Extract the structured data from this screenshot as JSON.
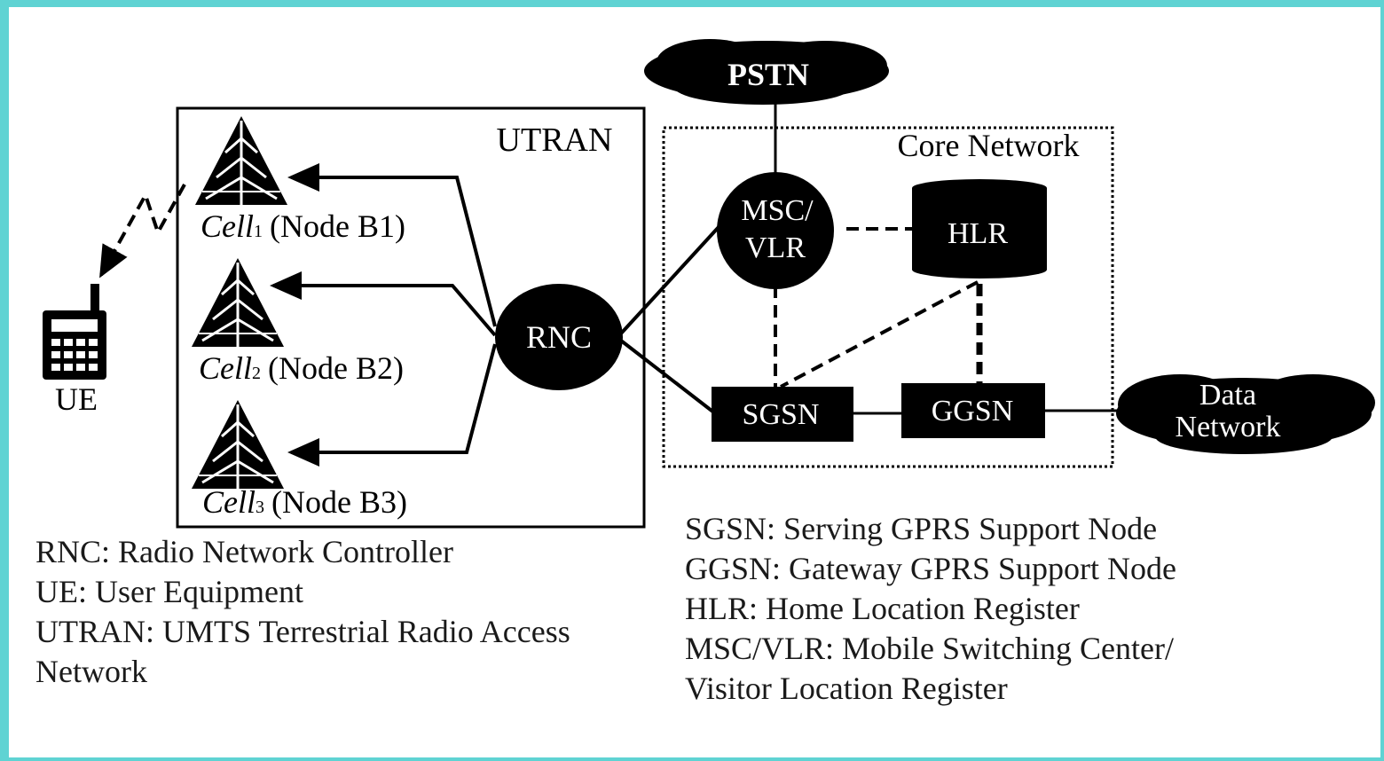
{
  "colors": {
    "border": "#5fd3d3",
    "background": "#ffffff",
    "ink": "#000000",
    "label_text": "#ffffff"
  },
  "diagram": {
    "utran_label": "UTRAN",
    "core_label": "Core Network",
    "ue_label": "UE",
    "ue_icon": "mobile-phone-icon",
    "tower_icon": "cell-tower-icon",
    "cells": [
      {
        "name": "Cell",
        "sub": "1",
        "node": "(Node B1)"
      },
      {
        "name": "Cell",
        "sub": "2",
        "node": "(Node B2)"
      },
      {
        "name": "Cell",
        "sub": "3",
        "node": "(Node B3)"
      }
    ],
    "rnc": "RNC",
    "msc_line1": "MSC/",
    "msc_line2": "VLR",
    "hlr": "HLR",
    "sgsn": "SGSN",
    "ggsn": "GGSN",
    "pstn": "PSTN",
    "data_line1": "Data",
    "data_line2": "Network"
  },
  "legend_left": [
    "RNC: Radio Network Controller",
    "UE: User Equipment",
    "UTRAN: UMTS Terrestrial Radio Access",
    "Network"
  ],
  "legend_right": [
    "SGSN: Serving GPRS Support Node",
    "GGSN: Gateway GPRS Support Node",
    "HLR: Home Location Register",
    "MSC/VLR: Mobile Switching Center/",
    "Visitor Location Register"
  ]
}
